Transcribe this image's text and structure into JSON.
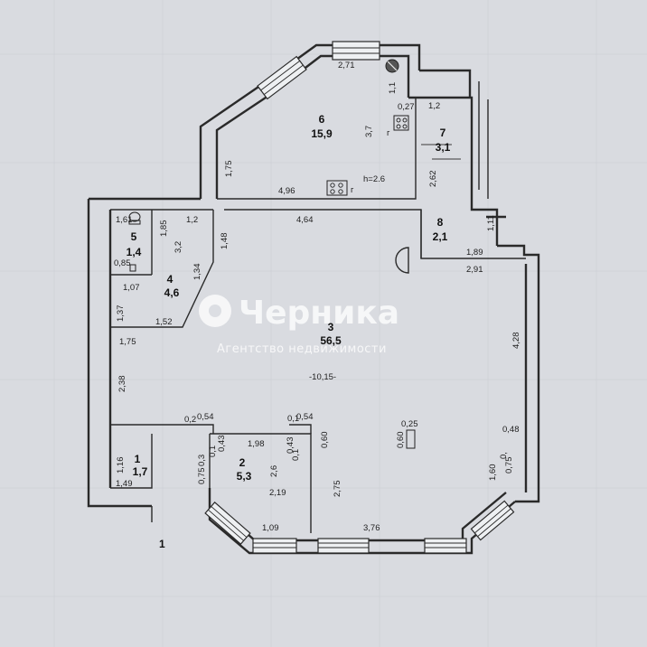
{
  "rooms": [
    {
      "num": "1",
      "area": "1,7"
    },
    {
      "num": "2",
      "area": "5,3"
    },
    {
      "num": "3",
      "area": "56,5"
    },
    {
      "num": "4",
      "area": "4,6"
    },
    {
      "num": "5",
      "area": "1,4"
    },
    {
      "num": "6",
      "area": "15,9"
    },
    {
      "num": "7",
      "area": "3,1"
    },
    {
      "num": "8",
      "area": "2,1"
    }
  ],
  "ceiling_height": "h=2.6",
  "stove_mark": "г",
  "boiler_mark": "г",
  "floor_label": "1",
  "watermark": {
    "brand": "Черника",
    "tagline": "Агентство недвижимости"
  },
  "dims": {
    "d271": "2,71",
    "d11": "1,1",
    "d027": "0,27",
    "d12a": "1,2",
    "d37": "3,7",
    "d262": "2,62",
    "d175a": "1,75",
    "d496": "4,96",
    "d12b": "1,2",
    "d464": "4,64",
    "d111": "1,11",
    "d189": "1,89",
    "d291": "2,91",
    "d161": "1,61",
    "d185": "1,85",
    "d32": "3,2",
    "d134": "1,34",
    "d148": "1,48",
    "d085": "0,85",
    "d107": "1,07",
    "d137": "1,37",
    "d152": "1,52",
    "d175b": "1,75",
    "d428": "4,28",
    "d238": "2,38",
    "d1015": "-10,15-",
    "d025": "0,25",
    "d060a": "0,60",
    "d02": "0,2",
    "d054a": "0,54",
    "d01a": "0,1",
    "d054b": "0,54",
    "d043a": "0,43",
    "d01b": "0,1",
    "d198": "1,98",
    "d043b": "0,43",
    "d01c": "0,1",
    "d060b": "0,60",
    "d048": "0,48",
    "d116": "1,16",
    "d03": "0,3",
    "d075a": "0,75",
    "d26": "2,6",
    "d275": "2,75",
    "d0a": "0,",
    "d075b": "0,75",
    "d160": "1,60",
    "d149": "1,49",
    "d219": "2,19",
    "d109": "1,09",
    "d376": "3,76"
  }
}
